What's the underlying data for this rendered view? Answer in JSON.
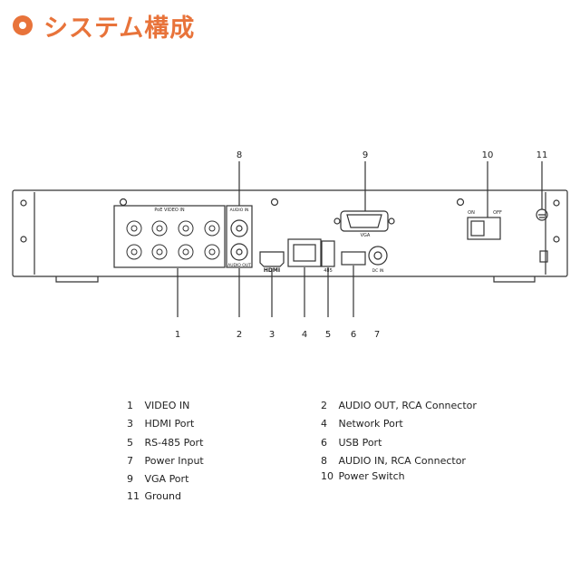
{
  "title": "システム構成",
  "colors": {
    "accent": "#e8733a",
    "line": "#333333"
  },
  "panel_labels": {
    "poe_video_in": "PoE VIDEO IN",
    "audio_in": "AUDIO IN",
    "audio_out": "AUDIO OUT",
    "hdmi": "HDMI",
    "vga": "VGA",
    "rs485": "485",
    "dc_in": "DC IN",
    "on": "ON",
    "off": "OFF"
  },
  "callouts": {
    "c1": "1",
    "c2": "2",
    "c3": "3",
    "c4": "4",
    "c5": "5",
    "c6": "6",
    "c7": "7",
    "c8": "8",
    "c9": "9",
    "c10": "10",
    "c11": "11"
  },
  "legend": [
    {
      "num": "1",
      "label": "VIDEO IN"
    },
    {
      "num": "2",
      "label": "AUDIO OUT, RCA Connector"
    },
    {
      "num": "3",
      "label": "HDMI Port"
    },
    {
      "num": "4",
      "label": "Network Port"
    },
    {
      "num": "5",
      "label": "RS-485 Port"
    },
    {
      "num": "6",
      "label": "USB Port"
    },
    {
      "num": "7",
      "label": "Power Input"
    },
    {
      "num": "8",
      "label": "AUDIO IN, RCA Connector"
    },
    {
      "num": "9",
      "label": "VGA Port"
    },
    {
      "num": "10",
      "label": "Power Switch"
    },
    {
      "num": "11",
      "label": "Ground"
    }
  ]
}
